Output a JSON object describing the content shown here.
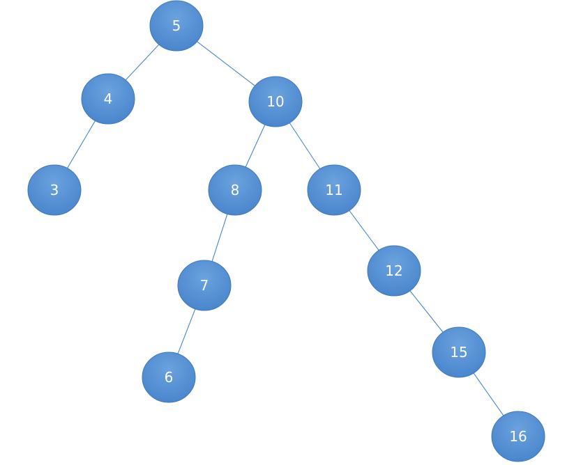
{
  "colors": {
    "node_fill_top": "#6ba2de",
    "node_fill_bottom": "#4a86cd",
    "node_stroke": "#3f78bd",
    "edge": "#4a86c8",
    "label": "#ffffff",
    "background": "#ffffff"
  },
  "nodes": [
    {
      "id": "n5",
      "label": "5"
    },
    {
      "id": "n4",
      "label": "4"
    },
    {
      "id": "n10",
      "label": "10"
    },
    {
      "id": "n3",
      "label": "3"
    },
    {
      "id": "n8",
      "label": "8"
    },
    {
      "id": "n11",
      "label": "11"
    },
    {
      "id": "n7",
      "label": "7"
    },
    {
      "id": "n12",
      "label": "12"
    },
    {
      "id": "n6",
      "label": "6"
    },
    {
      "id": "n15",
      "label": "15"
    },
    {
      "id": "n16",
      "label": "16"
    }
  ],
  "edges": [
    {
      "from": "n5",
      "to": "n4"
    },
    {
      "from": "n5",
      "to": "n10"
    },
    {
      "from": "n4",
      "to": "n3"
    },
    {
      "from": "n10",
      "to": "n8"
    },
    {
      "from": "n10",
      "to": "n11"
    },
    {
      "from": "n8",
      "to": "n7"
    },
    {
      "from": "n7",
      "to": "n6"
    },
    {
      "from": "n11",
      "to": "n12"
    },
    {
      "from": "n12",
      "to": "n15"
    },
    {
      "from": "n15",
      "to": "n16"
    }
  ]
}
